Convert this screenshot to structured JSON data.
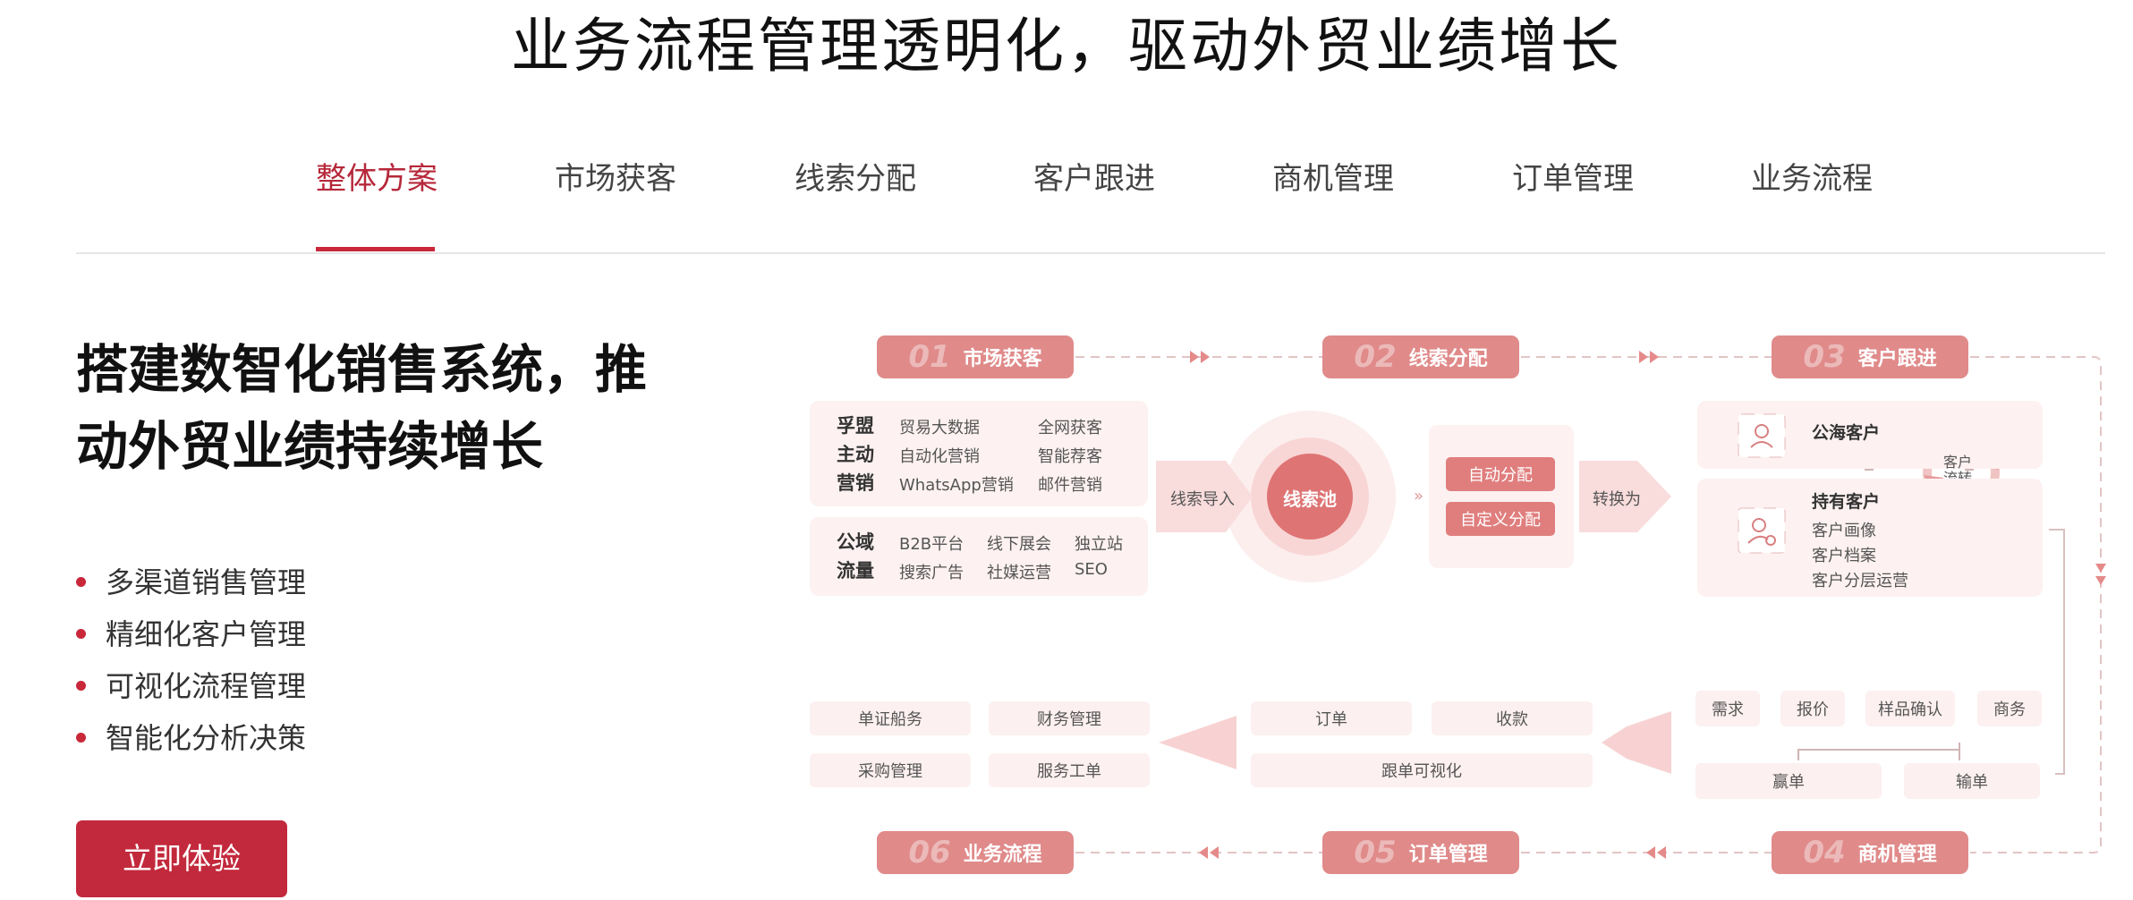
{
  "page_title": "业务流程管理透明化，驱动外贸业绩增长",
  "tabs": [
    {
      "label": "整体方案",
      "active": true
    },
    {
      "label": "市场获客",
      "active": false
    },
    {
      "label": "线索分配",
      "active": false
    },
    {
      "label": "客户跟进",
      "active": false
    },
    {
      "label": "商机管理",
      "active": false
    },
    {
      "label": "订单管理",
      "active": false
    },
    {
      "label": "业务流程",
      "active": false
    }
  ],
  "headline": {
    "line1": "搭建数智化销售系统，推",
    "line2": "动外贸业绩持续增长"
  },
  "bullets": [
    "多渠道销售管理",
    "精细化客户管理",
    "可视化流程管理",
    "智能化分析决策"
  ],
  "cta_label": "立即体验",
  "accent_color": "#c3293c",
  "diagram": {
    "stages": [
      {
        "num": "01",
        "label": "市场获客"
      },
      {
        "num": "02",
        "label": "线索分配"
      },
      {
        "num": "03",
        "label": "客户跟进"
      },
      {
        "num": "04",
        "label": "商机管理"
      },
      {
        "num": "05",
        "label": "订单管理"
      },
      {
        "num": "06",
        "label": "业务流程"
      }
    ],
    "acquisition": {
      "g1": {
        "title1": "孚盟",
        "title2": "主动",
        "title3": "营销",
        "items": [
          "贸易大数据",
          "全网获客",
          "自动化营销",
          "智能荐客",
          "WhatsApp营销",
          "邮件营销"
        ]
      },
      "g2": {
        "title1": "公域",
        "title2": "流量",
        "items": [
          "B2B平台",
          "线下展会",
          "独立站",
          "搜索广告",
          "社媒运营",
          "SEO"
        ]
      }
    },
    "lead_import": "线索导入",
    "lead_pool": "线索池",
    "auto_assign": "自动分配",
    "custom_assign": "自定义分配",
    "convert": "转换为",
    "public_customer": "公海客户",
    "customer_flow": {
      "line1": "客户",
      "line2": "流转"
    },
    "own_customer": {
      "title": "持有客户",
      "items": [
        "客户画像",
        "客户档案",
        "客户分层运营"
      ]
    },
    "opportunity": {
      "steps": [
        "需求",
        "报价",
        "样品确认",
        "商务"
      ],
      "win": "赢单",
      "lose": "输单"
    },
    "order": {
      "order": "订单",
      "collection": "收款",
      "tracking": "跟单可视化"
    },
    "process": {
      "items": [
        "单证船务",
        "财务管理",
        "采购管理",
        "服务工单"
      ]
    },
    "icons": [
      "public-customer-icon",
      "own-customer-icon",
      "double-chevron-right-icon",
      "double-chevron-left-icon",
      "circular-arrows-icon"
    ]
  }
}
